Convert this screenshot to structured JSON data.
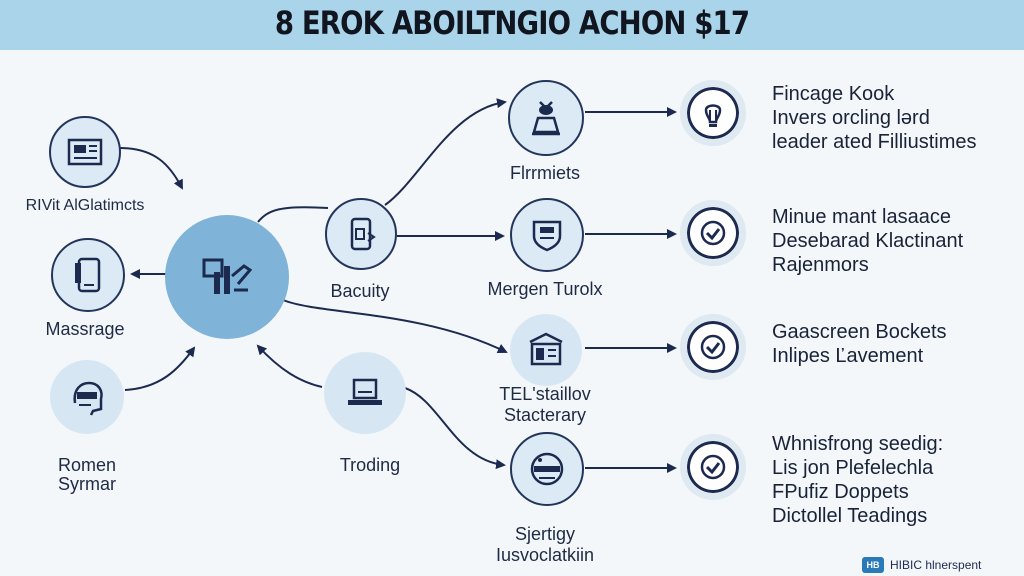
{
  "title": "8 EROK ABOILTNGIO ACHON $17",
  "left_nodes": [
    {
      "label": "RIVit AlGlatimcts",
      "icon": "document-icon"
    },
    {
      "label": "Massrage",
      "icon": "tablet-icon"
    },
    {
      "label": "Romen Syrmar",
      "icon": "face-icon"
    }
  ],
  "hub": {
    "icon": "hand-chart-icon"
  },
  "mid_nodes": [
    {
      "label": "Bacuity",
      "icon": "phone-icon"
    },
    {
      "label": "Troding",
      "icon": "laptop-icon"
    }
  ],
  "right_nodes": [
    {
      "label": "Flrrmiets",
      "icon": "flask-icon"
    },
    {
      "label": "Mergen Turolx",
      "icon": "shield-icon"
    },
    {
      "label": "TEL'staillov Stacterary",
      "icon": "building-icon"
    },
    {
      "label": "Sjertigy Iusvoclatkiin",
      "icon": "gauge-icon"
    }
  ],
  "outcomes": [
    {
      "icon": "bulb-icon",
      "lines": [
        "Fincage Kook",
        "Invers orcling lərd",
        "leader ated Filliustimes"
      ]
    },
    {
      "icon": "check-icon",
      "lines": [
        "Minue mant lasaace",
        "Desebarad Klactinant",
        "Rajenmors"
      ]
    },
    {
      "icon": "check-icon",
      "lines": [
        "Gaascreen Bockets",
        "Inlipes Ľavement"
      ]
    },
    {
      "icon": "check-icon",
      "lines": [
        "Whnisfrong seedig:",
        "Lis jon Plefelechla",
        "FPufiz Doppets",
        "Dictollel Teadings"
      ]
    }
  ],
  "brand": {
    "logo": "HB",
    "text": "HIBIC hlnerspent"
  }
}
